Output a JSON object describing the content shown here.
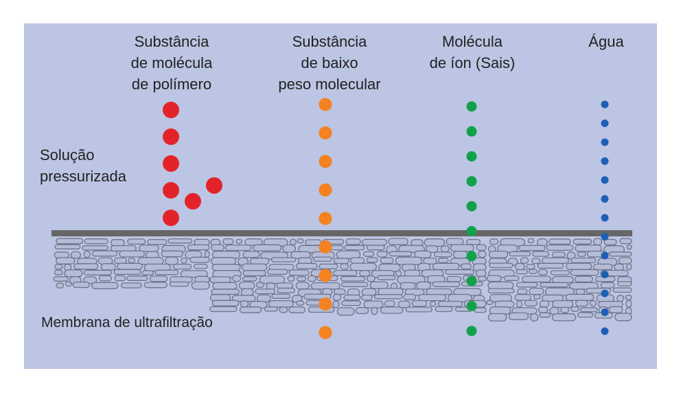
{
  "columns": [
    {
      "label": "Substância\nde molécula\nde polímero",
      "color": "#e3232a",
      "count": 7,
      "passes_membrane": false
    },
    {
      "label": "Substância\nde baixo\npeso molecular",
      "color": "#f58220",
      "count": 9,
      "passes_membrane": true
    },
    {
      "label": "Molécula\nde íon (Sais)",
      "color": "#12a14b",
      "count": 10,
      "passes_membrane": true
    },
    {
      "label": "Água",
      "color": "#1d5fb4",
      "count": 13,
      "passes_membrane": true
    }
  ],
  "side_labels": {
    "solution": "Solução\npressurizada",
    "membrane": "Membrana de ultrafiltração"
  },
  "colors": {
    "background": "#bcc5e3",
    "membrane_line": "#666666",
    "membrane_pore_fill": "#b4bcd8",
    "membrane_pore_stroke": "#6e7388"
  }
}
